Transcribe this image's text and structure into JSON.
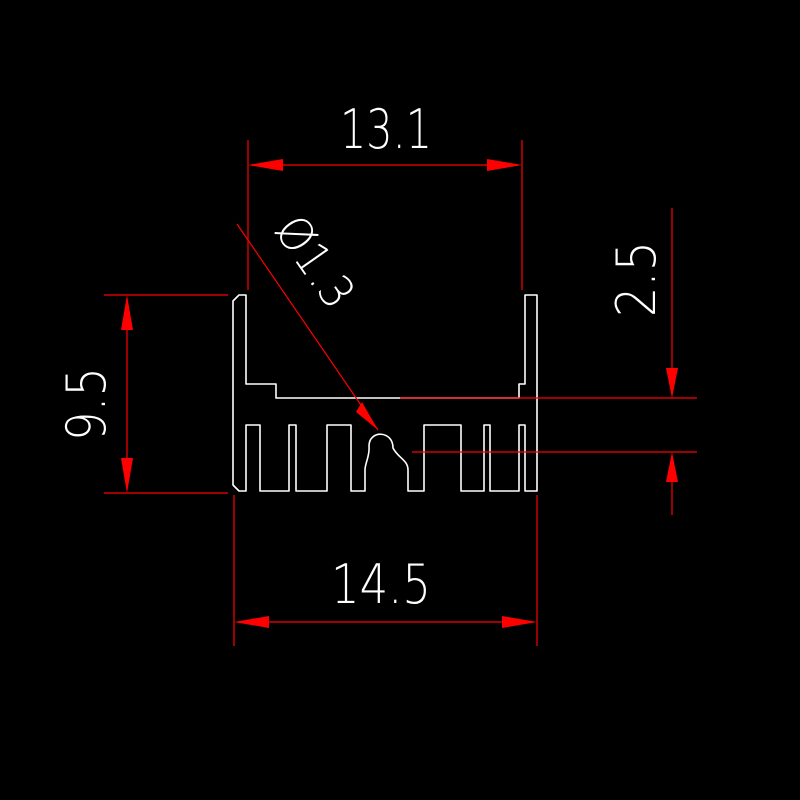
{
  "drawing": {
    "background_color": "#000000",
    "profile_color": "#ffffff",
    "dimension_color": "#ff0000",
    "dimensions": {
      "top_width": "13.1",
      "bottom_width": "14.5",
      "height": "9.5",
      "base_thickness": "2.5",
      "diameter": "Ø1.3"
    }
  }
}
